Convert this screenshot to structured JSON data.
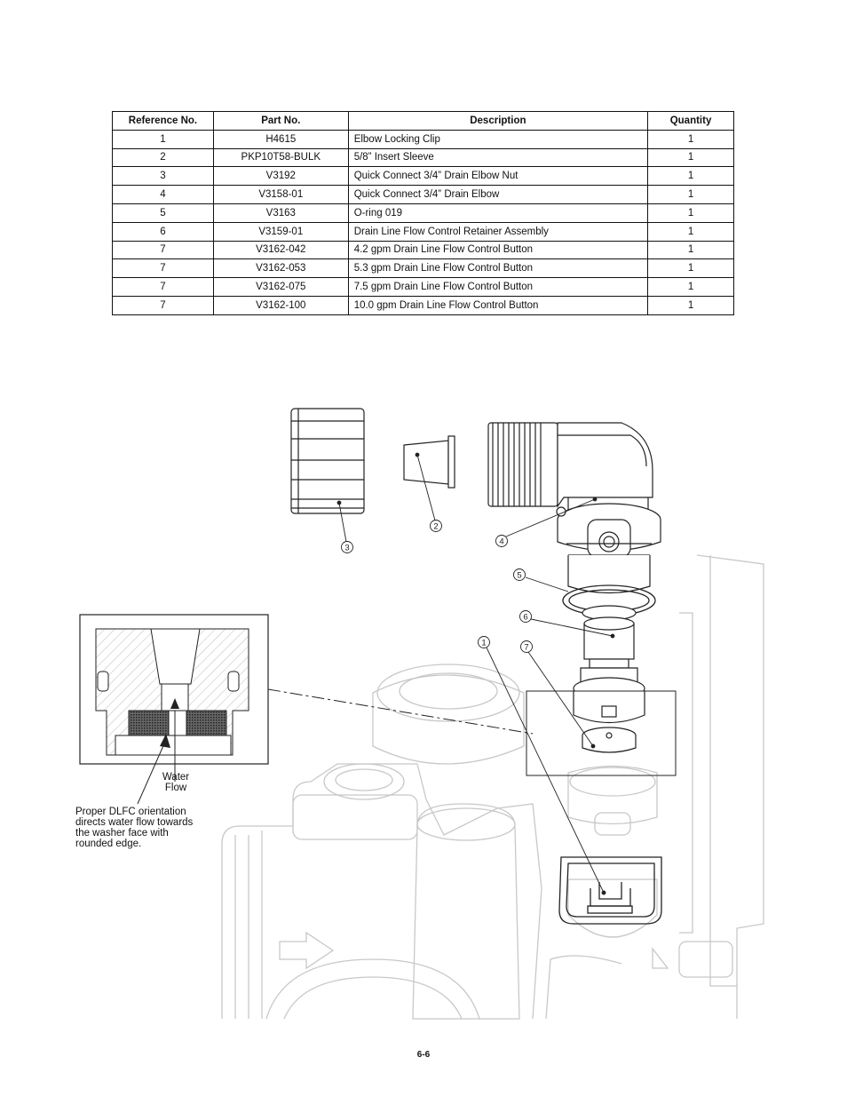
{
  "table": {
    "headers": [
      "Reference No.",
      "Part No.",
      "Description",
      "Quantity"
    ],
    "rows": [
      [
        "1",
        "H4615",
        "Elbow Locking Clip",
        "1"
      ],
      [
        "2",
        "PKP10T58-BULK",
        "5/8” Insert Sleeve",
        "1"
      ],
      [
        "3",
        "V3192",
        "Quick Connect 3/4” Drain Elbow Nut",
        "1"
      ],
      [
        "4",
        "V3158-01",
        "Quick Connect 3/4” Drain Elbow",
        "1"
      ],
      [
        "5",
        "V3163",
        "O-ring 019",
        "1"
      ],
      [
        "6",
        "V3159-01",
        "Drain Line Flow Control Retainer Assembly",
        "1"
      ],
      [
        "7",
        "V3162-042",
        "4.2 gpm Drain Line Flow Control Button",
        "1"
      ],
      [
        "7",
        "V3162-053",
        "5.3 gpm Drain Line Flow Control Button",
        "1"
      ],
      [
        "7",
        "V3162-075",
        "7.5 gpm Drain Line Flow Control Button",
        "1"
      ],
      [
        "7",
        "V3162-100",
        "10.0 gpm Drain Line Flow Control Button",
        "1"
      ]
    ]
  },
  "diagram": {
    "callouts": [
      "1",
      "2",
      "3",
      "4",
      "5",
      "6",
      "7"
    ],
    "water_flow_label": "Water\nFlow",
    "water_flow_line1": "Water",
    "water_flow_line2": "Flow",
    "orientation_note": "Proper DLFC orientation directs water flow towards the washer face with rounded edge."
  },
  "footer": {
    "page_number": "6-6"
  }
}
